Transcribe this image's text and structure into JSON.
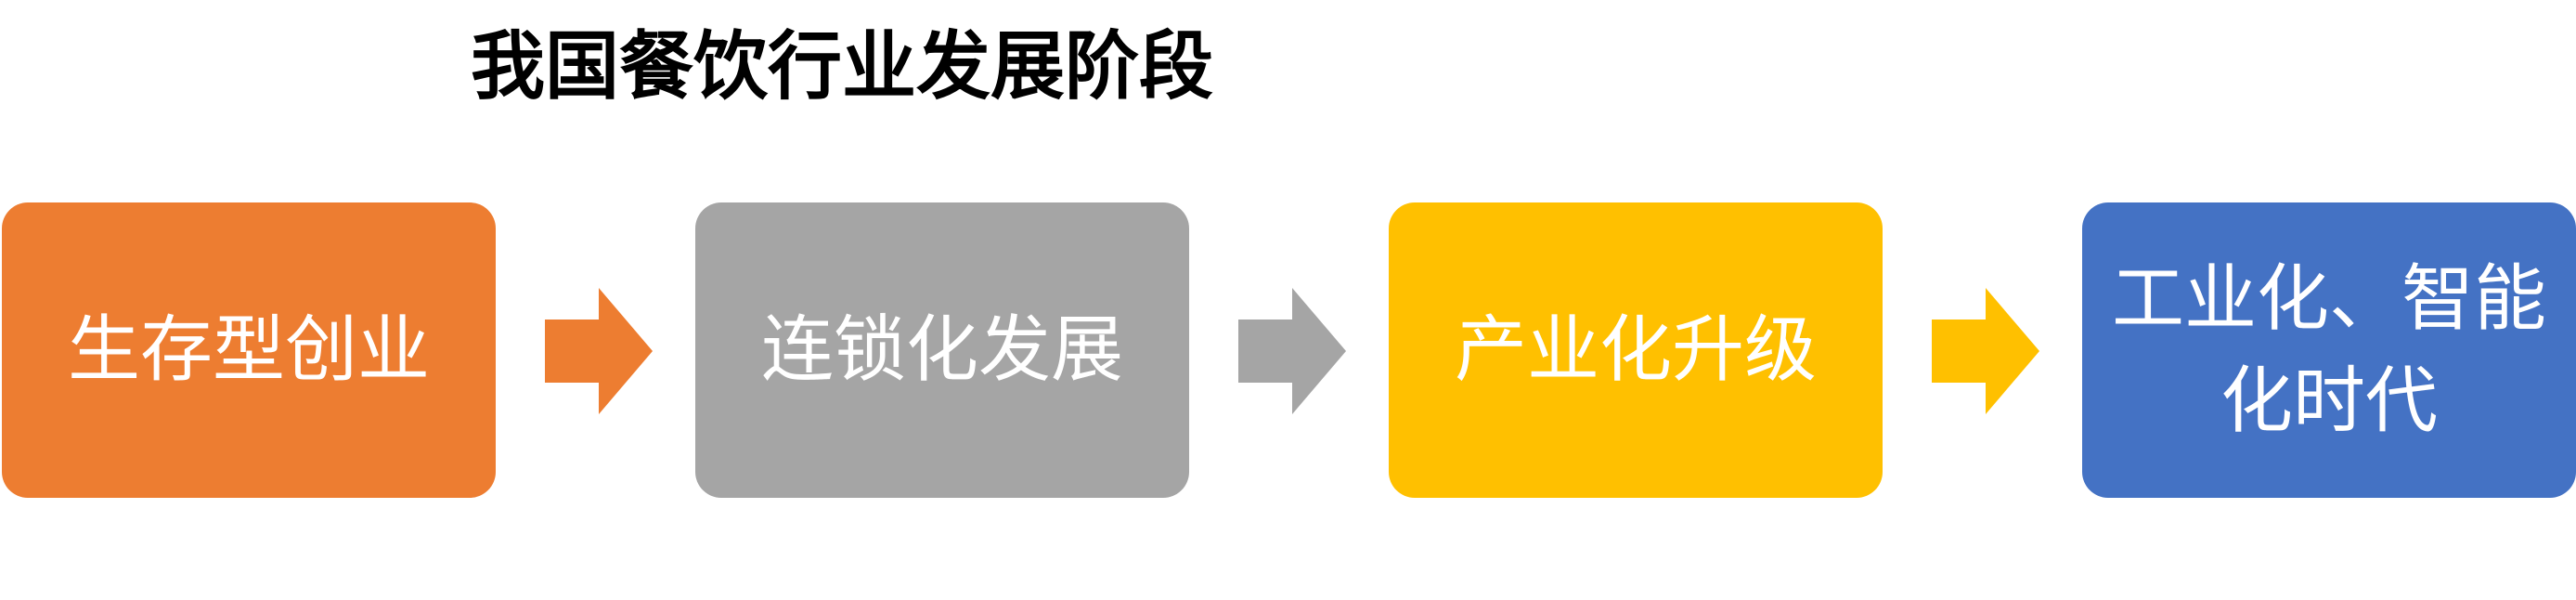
{
  "title": "我国餐饮行业发展阶段",
  "stages": [
    {
      "label": "生存型创业",
      "color": "#ED7D31"
    },
    {
      "label": "连锁化发展",
      "color": "#A5A5A5"
    },
    {
      "label": "产业化升级",
      "color": "#FFC000"
    },
    {
      "label": "工业化、智能化时代",
      "color": "#4472C4"
    }
  ],
  "arrows": [
    {
      "icon": "right-arrow-icon",
      "color": "#ED7D31"
    },
    {
      "icon": "right-arrow-icon",
      "color": "#A5A5A5"
    },
    {
      "icon": "right-arrow-icon",
      "color": "#FFC000"
    }
  ]
}
